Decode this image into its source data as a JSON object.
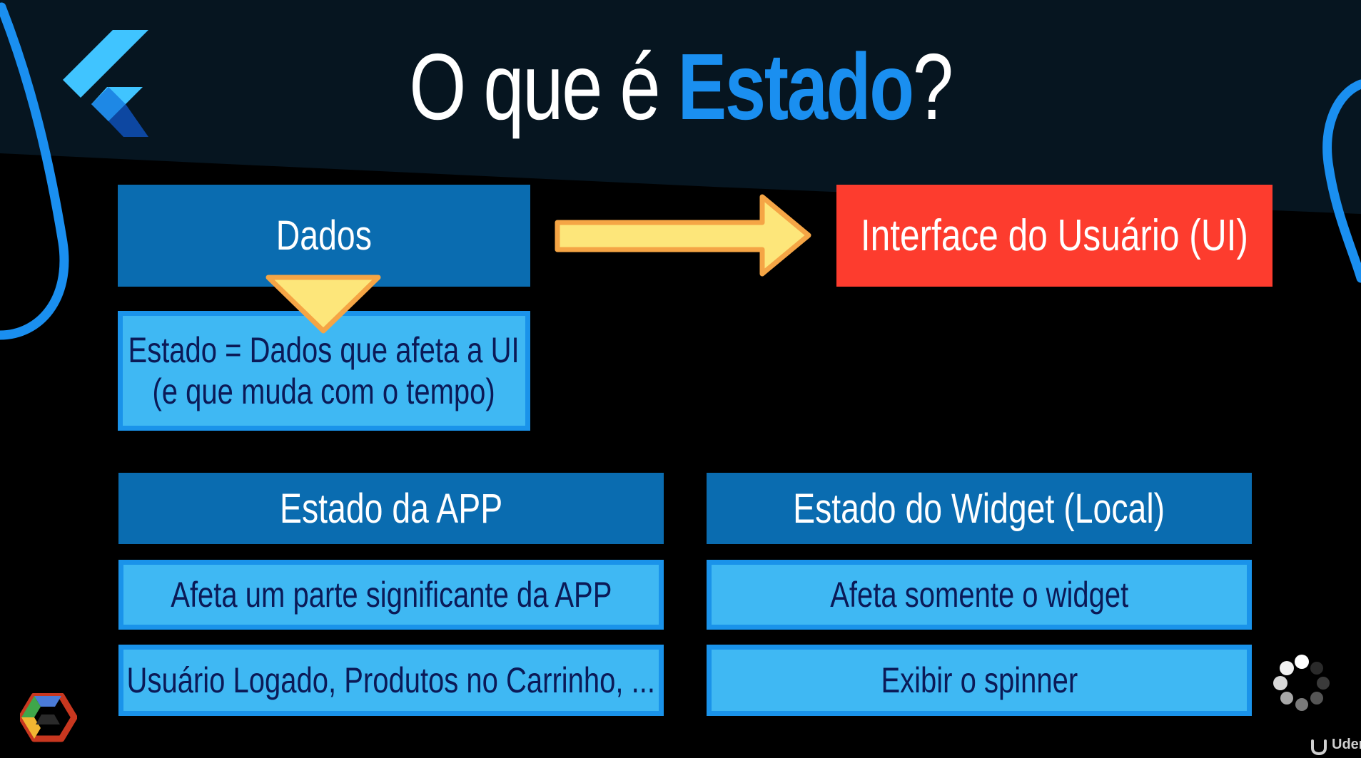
{
  "slide": {
    "title_prefix": "O que é ",
    "title_accent": "Estado",
    "title_suffix": "?"
  },
  "top_row": {
    "data_label": "Dados",
    "ui_label": "Interface do Usuário (UI)",
    "state_def_line1": "Estado = Dados que afeta a UI",
    "state_def_line2": "(e que muda com o tempo)"
  },
  "app_state": {
    "header": "Estado da APP",
    "item1": "Afeta um parte significante da APP",
    "item2": "Usuário Logado, Produtos no Carrinho, ..."
  },
  "widget_state": {
    "header": "Estado do Widget (Local)",
    "item1": "Afeta somente o widget",
    "item2": "Exibir o spinner"
  },
  "watermark": {
    "udemy_text": "Udemy"
  },
  "colors": {
    "background": "#000000",
    "banner": "#061520",
    "accent_blue": "#1a8ff0",
    "dark_box": "#0a6cb0",
    "light_box": "#3fb8f3",
    "ui_box": "#fd3c2e",
    "arrow_fill": "#fde67a",
    "arrow_stroke": "#f5a545"
  }
}
